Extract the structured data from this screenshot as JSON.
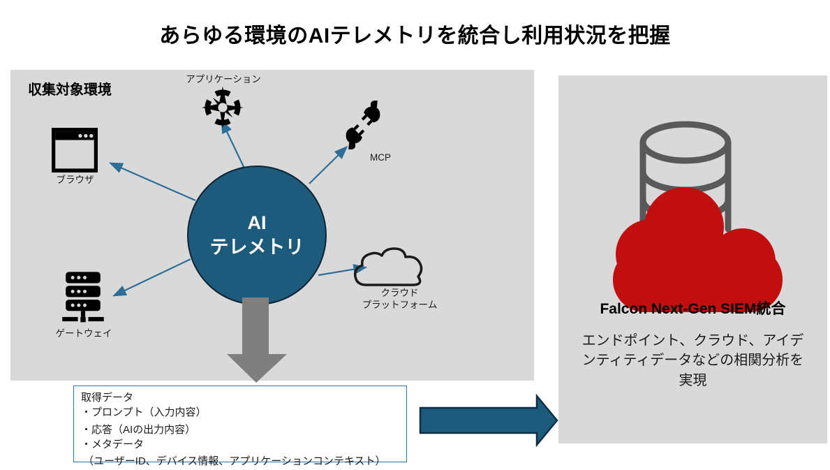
{
  "title": "あらゆる環境のAIテレメトリを統合し利用状況を把握",
  "left_panel": {
    "heading": "収集対象環境",
    "center_node": {
      "line1": "AI",
      "line2": "テレメトリ"
    },
    "nodes": [
      {
        "id": "application",
        "label": "アプリケーション",
        "icon": "compass-icon"
      },
      {
        "id": "browser",
        "label": "ブラウザ",
        "icon": "browser-window-icon"
      },
      {
        "id": "mcp",
        "label": "MCP",
        "icon": "plug-connector-icon"
      },
      {
        "id": "cloud-platform",
        "label": "クラウド\nプラットフォーム",
        "icon": "cloud-outline-icon"
      },
      {
        "id": "gateway",
        "label": "ゲートウェイ",
        "icon": "server-stack-icon"
      }
    ]
  },
  "data_box": {
    "lines": [
      "取得データ",
      "・プロンプト（入力内容）",
      "・応答（AIの出力内容）",
      "・メタデータ",
      "（ユーザーID、デバイス情報、アプリケーションコンテキスト）"
    ]
  },
  "right_panel": {
    "heading": "Falcon Next-Gen SIEM統合",
    "description": "エンドポイント、クラウド、アイデンティティデータなどの相関分析を実現",
    "icons": [
      "database-cylinder-icon",
      "red-cloud-icon"
    ]
  },
  "colors": {
    "panel_bg": "#d9d9d9",
    "node_circle_fill": "#1d5b7c",
    "node_circle_border": "#0d2333",
    "thin_arrow": "#2b6e97",
    "big_arrow_fill": "#1d5b7c",
    "big_arrow_border": "#0e2f43",
    "down_arrow": "#7f7f7f",
    "cloud_red": "#c10e0e",
    "cylinder_gray": "#595959",
    "data_box_border": "#2e75b6"
  }
}
